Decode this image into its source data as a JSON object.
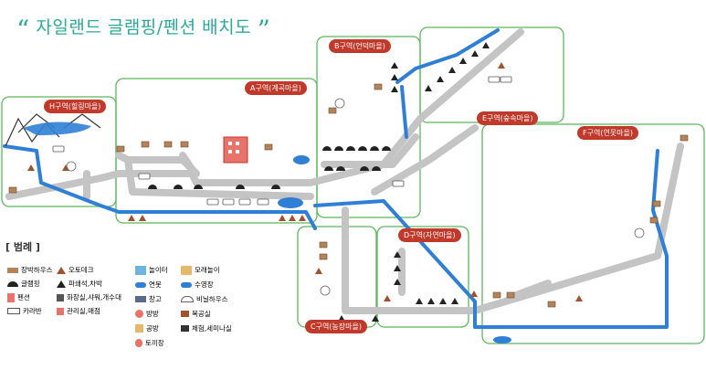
{
  "title": "자일랜드 글램핑/펜션 배치도",
  "zones": {
    "H": "H구역(힐링마을)",
    "A": "A구역(계곡마을)",
    "B": "B구역(언덕마을)",
    "E": "E구역(숲속마을)",
    "F": "F구역(연못마을)",
    "C": "C구역(농장마을)",
    "D": "D구역(자연마을)"
  },
  "legend": {
    "title": "[ 범례 ]",
    "items": [
      {
        "icon": "jangbak-house-icon",
        "label": "장박하우스"
      },
      {
        "icon": "auto-deck-icon",
        "label": "오토데크"
      },
      {
        "icon": "glamping-icon",
        "label": "글램핑"
      },
      {
        "icon": "parasol-icon",
        "label": "파쇄석,차박"
      },
      {
        "icon": "pension-icon",
        "label": "펜션"
      },
      {
        "icon": "washroom-icon",
        "label": "화장실,샤워,개수대"
      },
      {
        "icon": "caravan-icon",
        "label": "카라반"
      },
      {
        "icon": "office-icon",
        "label": "관리실,매점"
      },
      {
        "icon": "playground-icon",
        "label": "놀이터"
      },
      {
        "icon": "sandplay-icon",
        "label": "모래놀이"
      },
      {
        "icon": "pond-icon",
        "label": "연못"
      },
      {
        "icon": "pool-icon",
        "label": "수영장"
      },
      {
        "icon": "warehouse-icon",
        "label": "창고"
      },
      {
        "icon": "vinyl-house-icon",
        "label": "비닐하우스"
      },
      {
        "icon": "room-icon",
        "label": "방방"
      },
      {
        "icon": "bath-icon",
        "label": "목공실"
      },
      {
        "icon": "studio-icon",
        "label": "공방"
      },
      {
        "icon": "seminar-icon",
        "label": "체험,세미나실"
      },
      {
        "icon": "rabbit-icon",
        "label": "토끼장"
      }
    ]
  },
  "colors": {
    "zone_border": "#5cb85c",
    "zone_label": "#c0392b",
    "road": "#c4c4c4",
    "river": "#2f7fd6",
    "title": "#2aa89a"
  }
}
